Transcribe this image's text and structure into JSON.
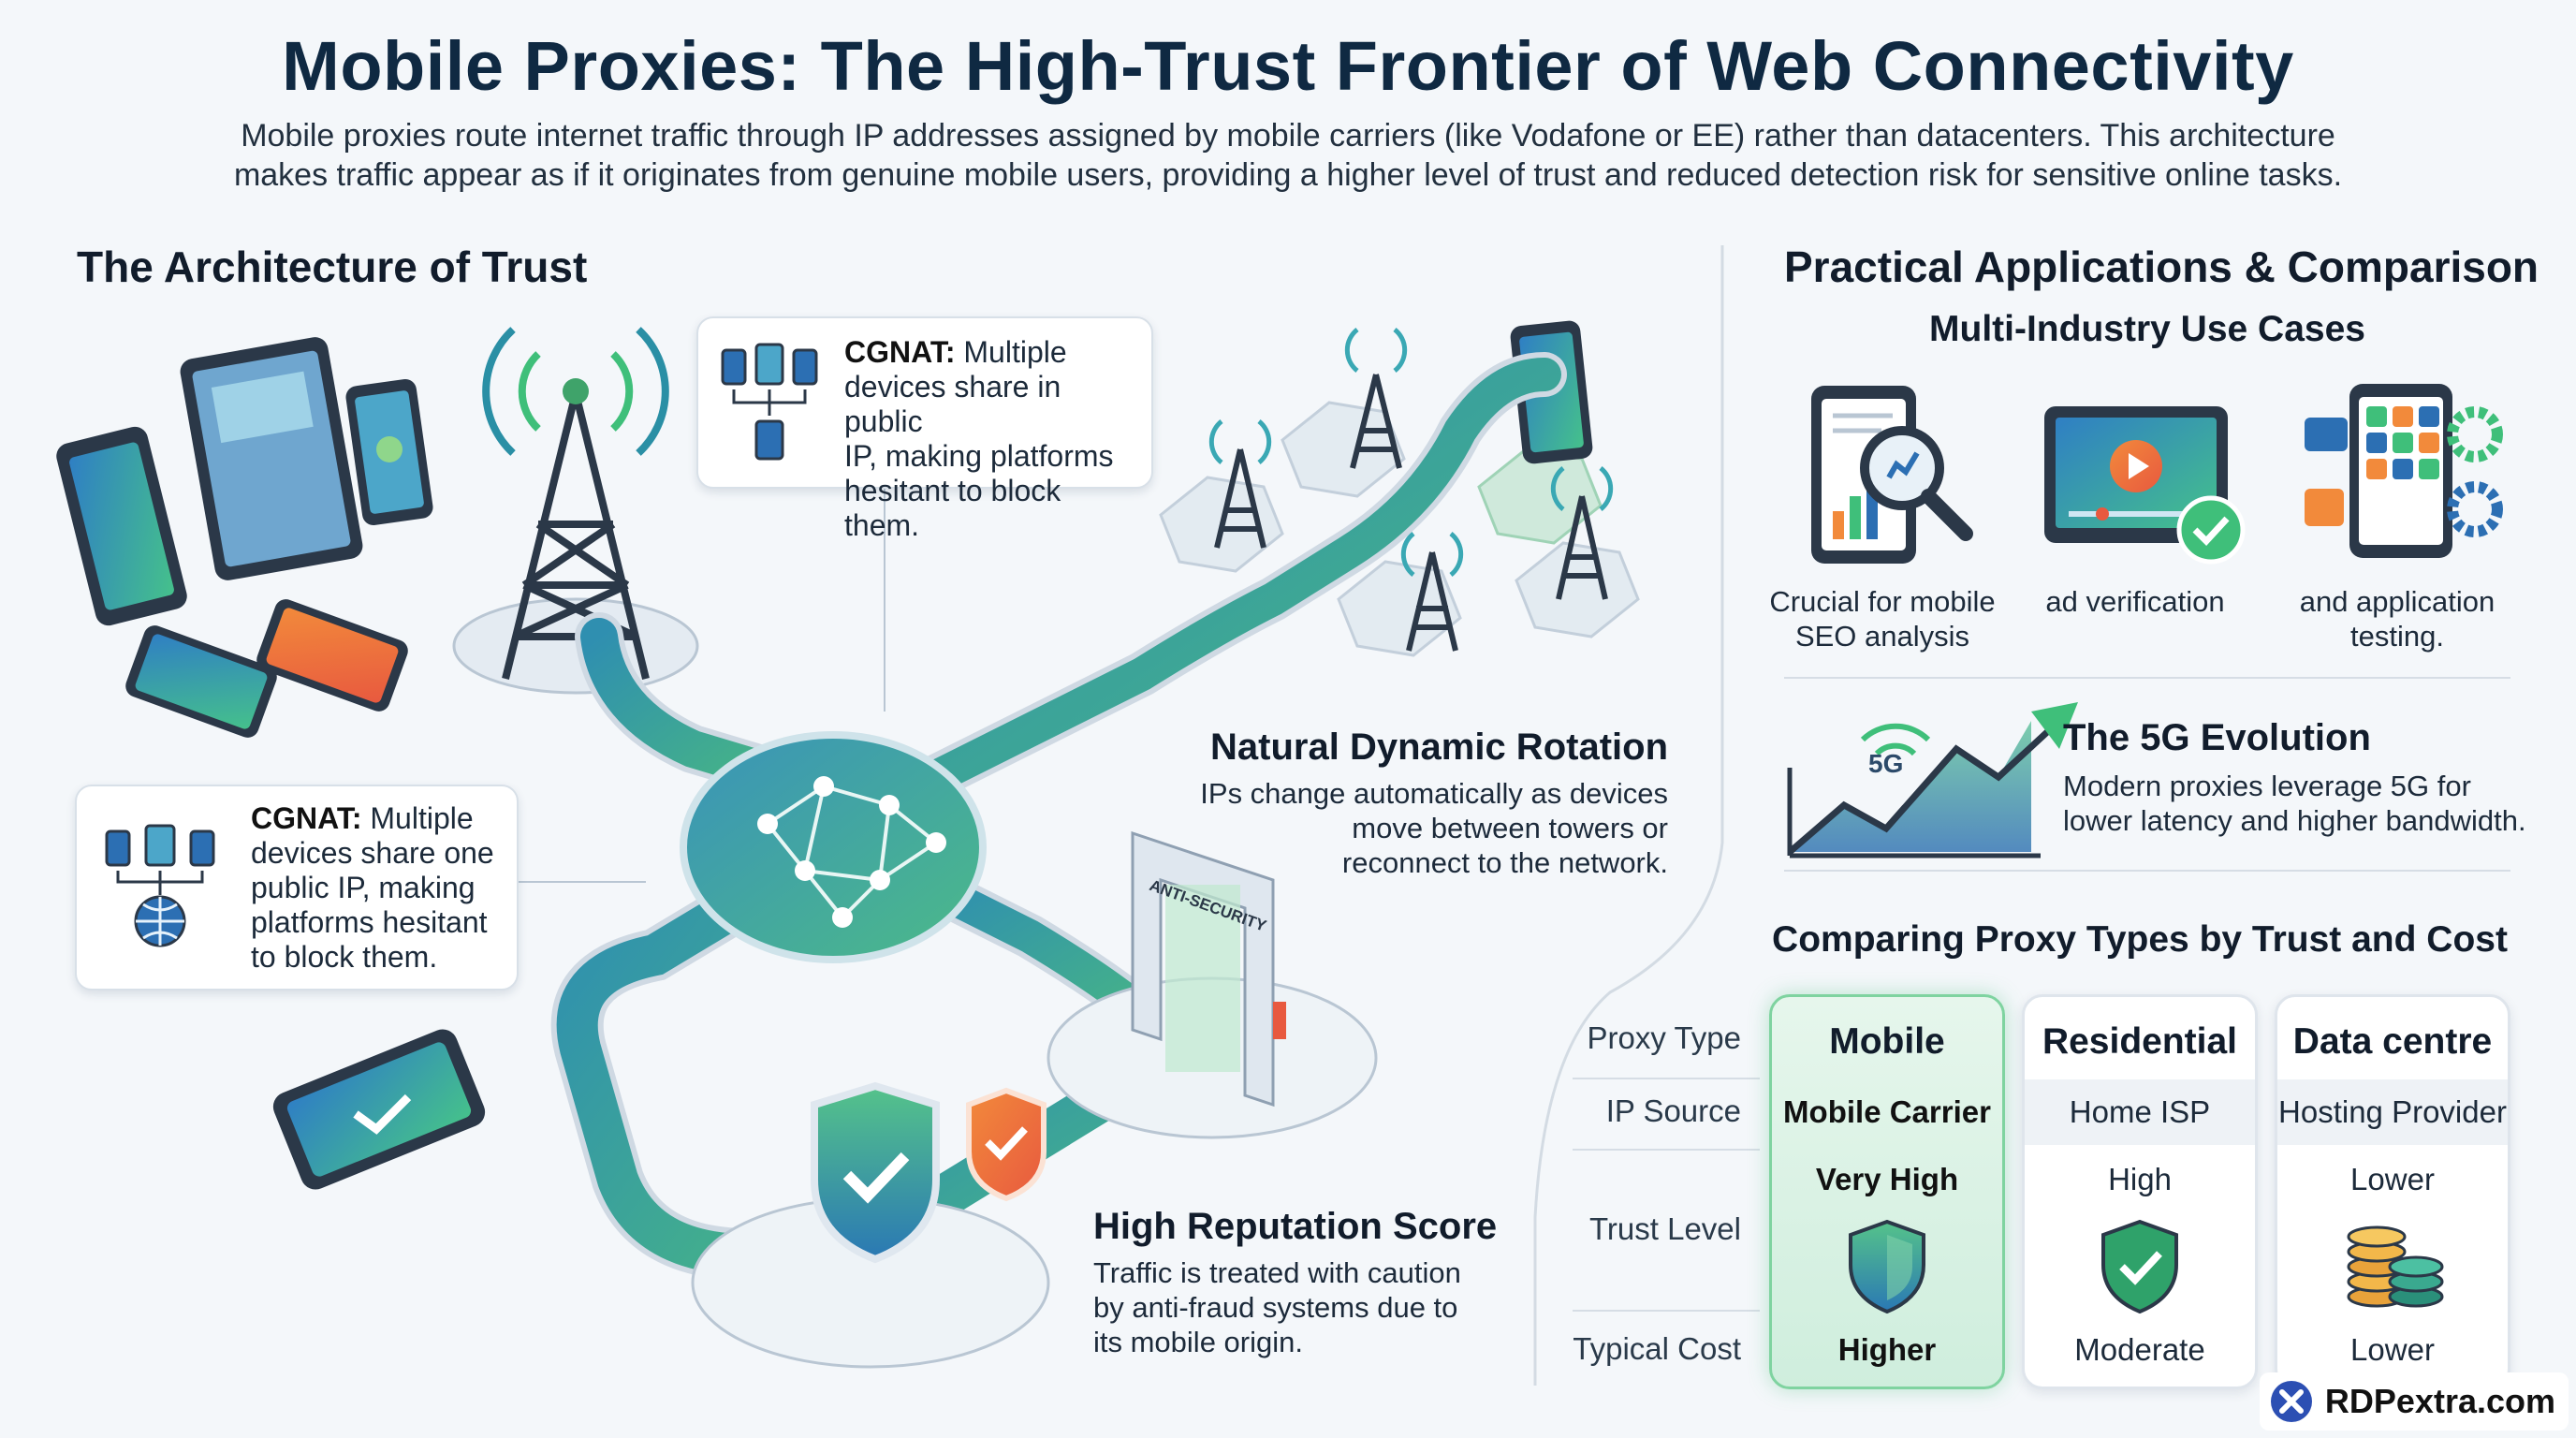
{
  "header": {
    "title": "Mobile Proxies: The High-Trust Frontier of Web Connectivity",
    "subtitle_line1": "Mobile proxies route internet traffic through IP addresses assigned by mobile carriers (like Vodafone or EE) rather than datacenters. This architecture",
    "subtitle_line2": "makes traffic appear as if it originates from genuine mobile users, providing a higher level of trust and reduced detection risk for sensitive online tasks."
  },
  "architecture": {
    "title": "The Architecture of Trust",
    "cgnat_top": {
      "label": "CGNAT:",
      "lines": [
        " Multiple",
        "devices share in public",
        "IP, making platforms",
        "hesitant to block them."
      ]
    },
    "cgnat_left": {
      "label": "CGNAT:",
      "lines": [
        " Multiple",
        "devices share one",
        "public IP, making",
        "platforms hesitant",
        "to block them."
      ]
    },
    "rotation": {
      "title": "Natural Dynamic Rotation",
      "lines": [
        "IPs change automatically as devices",
        "move between towers or",
        "reconnect to the network."
      ]
    },
    "reputation": {
      "title": "High Reputation Score",
      "lines": [
        "Traffic is treated with caution",
        "by anti-fraud systems due to",
        "its mobile origin."
      ]
    },
    "gate_sign": "ANTI-SECURITY"
  },
  "applications": {
    "title": "Practical Applications & Comparison",
    "use_cases_title": "Multi-Industry Use Cases",
    "use_cases": [
      {
        "lines": [
          "Crucial for mobile",
          "SEO analysis"
        ],
        "icon": "seo-analysis-icon"
      },
      {
        "lines": [
          "ad verification"
        ],
        "icon": "ad-verification-icon"
      },
      {
        "lines": [
          "and application",
          "testing."
        ],
        "icon": "app-testing-icon"
      }
    ],
    "evolution": {
      "badge": "5G",
      "title": "The 5G Evolution",
      "lines": [
        "Modern proxies leverage 5G for",
        "lower latency and higher bandwidth."
      ]
    }
  },
  "comparison": {
    "title": "Comparing Proxy Types by Trust and Cost",
    "row_labels": [
      "Proxy Type",
      "IP Source",
      "Trust Level",
      "Typical Cost"
    ],
    "columns": [
      {
        "name": "Mobile",
        "ip_source": "Mobile Carrier",
        "trust": "Very High",
        "cost": "Higher",
        "icon": "shield-icon"
      },
      {
        "name": "Residential",
        "ip_source": "Home ISP",
        "trust": "High",
        "cost": "Moderate",
        "icon": "shield-check-icon"
      },
      {
        "name": "Data centre",
        "ip_source": "Hosting Provider",
        "trust": "Lower",
        "cost": "Lower",
        "icon": "coins-icon"
      }
    ]
  },
  "brand": {
    "name": "RDPextra.com"
  },
  "colors": {
    "navy": "#0f2942",
    "teal": "#2a8fa5",
    "green": "#3fbf7a",
    "blue": "#2c6fb3"
  }
}
